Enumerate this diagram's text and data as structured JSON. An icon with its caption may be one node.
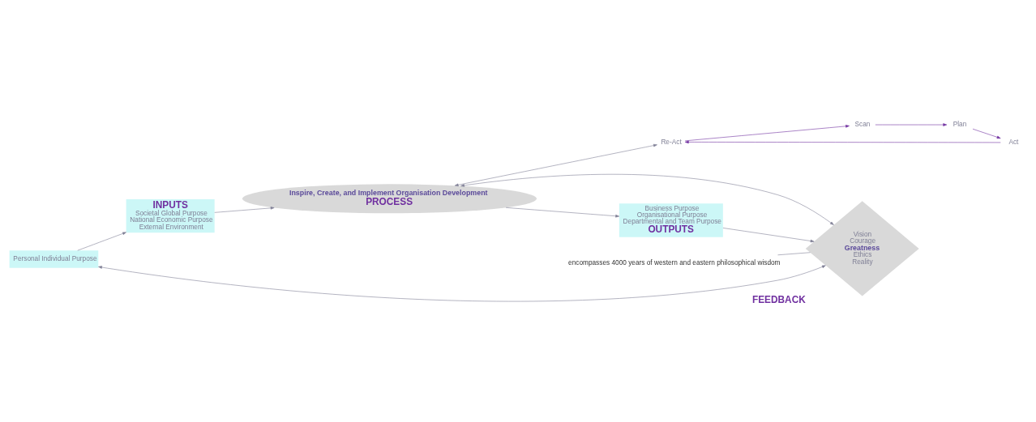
{
  "diagram": {
    "nodes": [
      {
        "text": [
          "INPUTS",
          "Societal Global Purpose",
          "National Economic Purpose",
          "External Environment"
        ]
      },
      {
        "text": [
          "Personal Individual Purpose"
        ]
      },
      {
        "text": [
          "Inspire, Create, and Implement Organisation Development",
          "PROCESS"
        ]
      },
      {
        "text": [
          "Business Purpose",
          "Organisational Purpose",
          "Departmental and Team Purpose",
          "OUTPUTS"
        ]
      },
      {
        "text": [
          "Vision",
          "Courage",
          "Greatness",
          "Ethics",
          "Reality"
        ],
        "beside": [
          "FEEDBACK"
        ]
      },
      {
        "text": [
          "Scan"
        ]
      },
      {
        "text": [
          "Plan"
        ]
      },
      {
        "text": [
          "Act"
        ]
      },
      {
        "text": [
          "Re-Act"
        ]
      },
      {
        "text": [
          "encompasses 4000 years of western and eastern philosophical wisdom"
        ]
      }
    ],
    "edges": [
      {
        "from": 0,
        "to": 2,
        "arrow": "to"
      },
      {
        "from": 2,
        "to": 3,
        "arrow": "to"
      },
      {
        "from": 3,
        "to": 4,
        "arrow": "to"
      },
      {
        "from": 1,
        "to": 0,
        "arrow": "to"
      },
      {
        "from": 1,
        "to": 4,
        "arrow": "both"
      },
      {
        "from": 4,
        "to": 2,
        "arrow": "both"
      },
      {
        "from": 2,
        "to": 8,
        "arrow": "both"
      },
      {
        "from": 8,
        "to": 5,
        "arrow": "to",
        "color": "#7030a0"
      },
      {
        "from": 5,
        "to": 6,
        "arrow": "to",
        "color": "#7030a0"
      },
      {
        "from": 6,
        "to": 7,
        "arrow": "to",
        "color": "#7030a0"
      },
      {
        "from": 7,
        "to": 8,
        "arrow": "to",
        "color": "#7030a0"
      },
      {
        "from": 9,
        "to": 4,
        "arrow": "none"
      }
    ]
  }
}
